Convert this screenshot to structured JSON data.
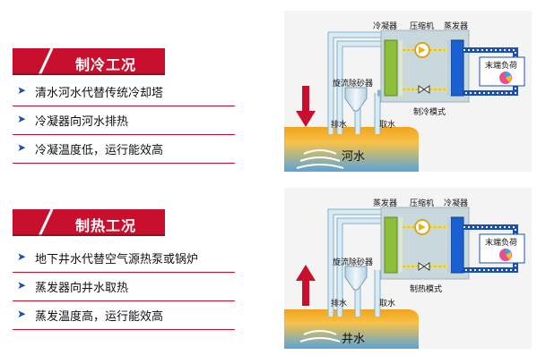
{
  "cooling": {
    "title": "制冷工况",
    "bullets": [
      "清水河水代替传统冷却塔",
      "冷凝器向河水排热",
      "冷凝温度低，运行能效高"
    ],
    "diagram": {
      "labels": {
        "left_exchanger": "冷凝器",
        "compressor": "压缩机",
        "right_exchanger": "蒸发器",
        "load": "末端负荷",
        "separator": "旋流除砂器",
        "discharge": "排水",
        "intake": "取水",
        "mode": "制冷模式",
        "water": "河水"
      },
      "arrow_direction": "down"
    }
  },
  "heating": {
    "title": "制热工况",
    "bullets": [
      "地下井水代替空气源热泵或锅炉",
      "蒸发器向井水取热",
      "蒸发温度高，运行能效高"
    ],
    "diagram": {
      "labels": {
        "left_exchanger": "蒸发器",
        "compressor": "压缩机",
        "right_exchanger": "冷凝器",
        "load": "末端负荷",
        "separator": "旋流除砂器",
        "discharge": "排水",
        "intake": "取水",
        "mode": "制热模式",
        "water": "井水"
      },
      "arrow_direction": "up"
    }
  },
  "colors": {
    "red": "#c8102e",
    "blue_text": "#1f4fa0",
    "pipe": "#dbeaf2",
    "pipe_edge": "#7fb2cf",
    "loop_blue": "#1a4fb5"
  }
}
